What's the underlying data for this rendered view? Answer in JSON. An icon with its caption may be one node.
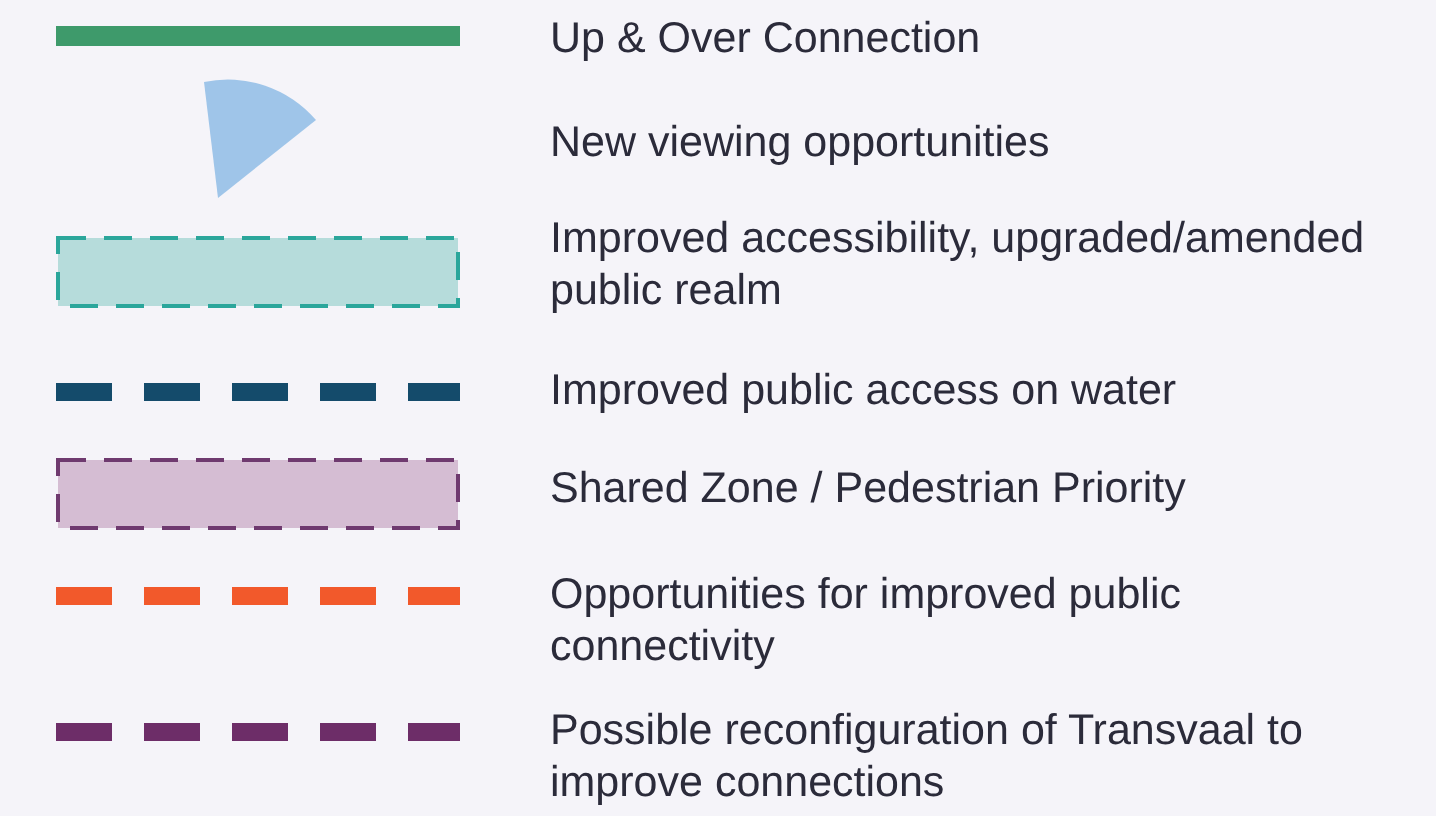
{
  "diagram": {
    "legend": [
      {
        "text": "Up & Over Connection"
      },
      {
        "text": "New viewing opportunities"
      },
      {
        "text": "Improved accessibility, upgraded/amended public realm"
      },
      {
        "text": "Improved public access on water"
      },
      {
        "text": "Shared Zone / Pedestrian Priority"
      },
      {
        "text": "Opportunities for improved public connectivity"
      },
      {
        "text": "Possible reconfiguration of Transvaal to improve connections"
      }
    ]
  }
}
